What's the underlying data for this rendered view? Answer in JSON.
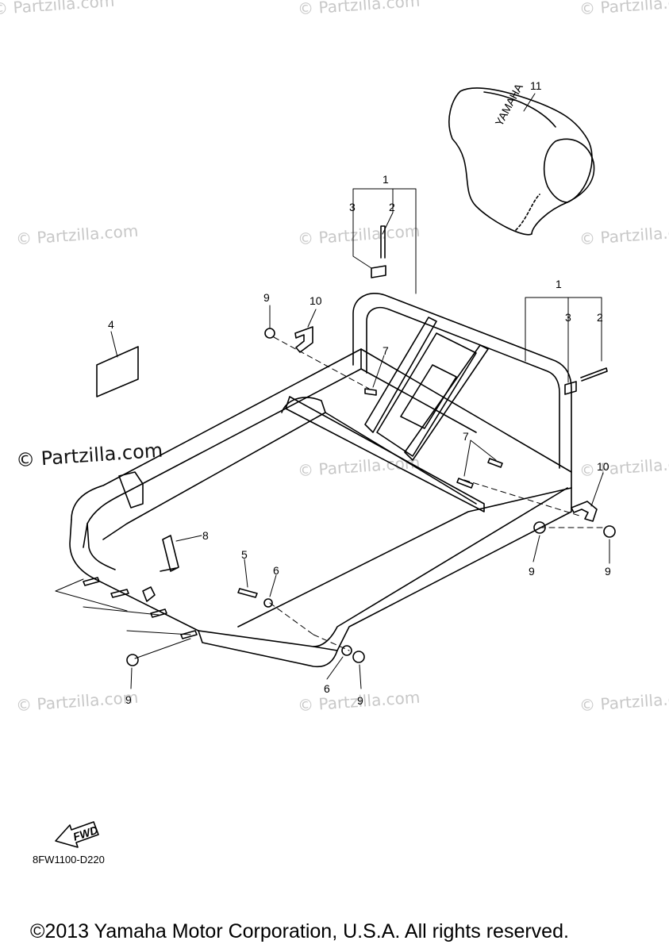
{
  "watermark": "© Partzilla.com",
  "callouts": {
    "c1a": "1",
    "c2a": "2",
    "c3a": "3",
    "c1b": "1",
    "c2b": "2",
    "c3b": "3",
    "c4": "4",
    "c5": "5",
    "c6a": "6",
    "c6b": "6",
    "c7a": "7",
    "c7b": "7",
    "c8": "8",
    "c9a": "9",
    "c9b": "9",
    "c9c": "9",
    "c9d": "9",
    "c9e": "9",
    "c10a": "10",
    "c10b": "10",
    "c11": "11"
  },
  "fwd_label": "FWD",
  "pad_label": "YAMAHA",
  "diagram_code": "8FW1100-D220",
  "copyright": "©2013 Yamaha Motor Corporation, U.S.A. All rights reserved."
}
